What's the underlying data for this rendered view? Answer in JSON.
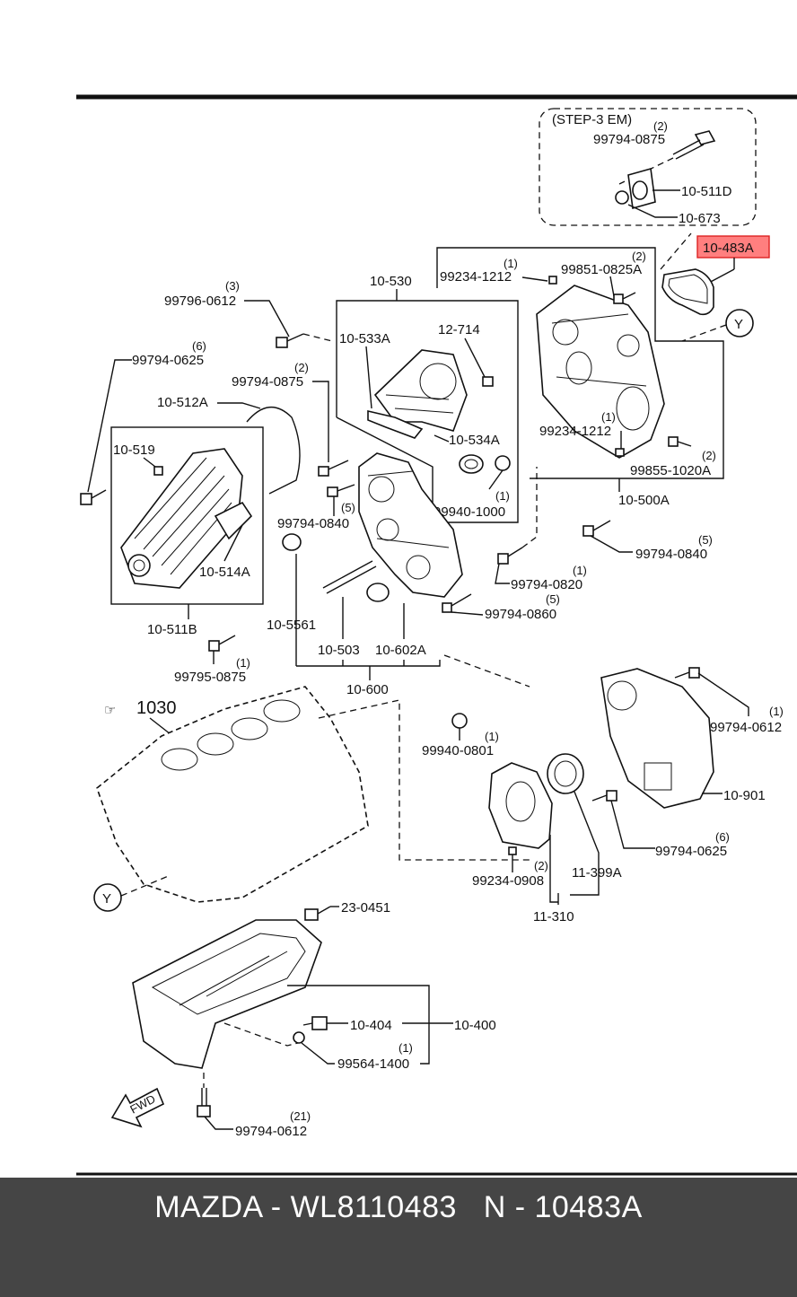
{
  "diagram": {
    "callouts": {
      "step3_em": "(STEP-3 EM)",
      "c_99794_0875_top": "99794-0875",
      "c_99794_0875_top_qty": "(2)",
      "c_10_511D": "10-511D",
      "c_10_673": "10-673",
      "c_10_483A": "10-483A",
      "c_99234_1212_top": "99234-1212",
      "c_99234_1212_top_qty": "(1)",
      "c_99851_0825A": "99851-0825A",
      "c_99851_0825A_qty": "(2)",
      "c_Y_top": "Y",
      "c_10_530": "10-530",
      "c_10_533A": "10-533A",
      "c_12_714": "12-714",
      "c_10_534A": "10-534A",
      "c_99940_1000": "99940-1000",
      "c_99940_1000_qty": "(1)",
      "c_99796_0612": "99796-0612",
      "c_99796_0612_qty": "(3)",
      "c_99794_0625_left": "99794-0625",
      "c_99794_0625_left_qty": "(6)",
      "c_99794_0875_mid": "99794-0875",
      "c_99794_0875_mid_qty": "(2)",
      "c_10_512A": "10-512A",
      "c_10_519": "10-519",
      "c_10_514A": "10-514A",
      "c_10_511B": "10-511B",
      "c_99794_0840_left": "99794-0840",
      "c_99794_0840_left_qty": "(5)",
      "c_99234_1212_mid": "99234-1212",
      "c_99234_1212_mid_qty": "(1)",
      "c_99855_1020A": "99855-1020A",
      "c_99855_1020A_qty": "(2)",
      "c_10_500A": "10-500A",
      "c_99794_0840_right": "99794-0840",
      "c_99794_0840_right_qty": "(5)",
      "c_99794_0820": "99794-0820",
      "c_99794_0820_qty": "(1)",
      "c_99794_0860": "99794-0860",
      "c_99794_0860_qty": "(5)",
      "c_10_5561": "10-5561",
      "c_10_503": "10-503",
      "c_10_602A": "10-602A",
      "c_10_600": "10-600",
      "c_99795_0875": "99795-0875",
      "c_99795_0875_qty": "(1)",
      "c_1030": "1030",
      "c_99940_0801": "99940-0801",
      "c_99940_0801_qty": "(1)",
      "c_99794_0612_right": "99794-0612",
      "c_99794_0612_right_qty": "(1)",
      "c_10_901": "10-901",
      "c_99794_0625_right": "99794-0625",
      "c_99794_0625_right_qty": "(6)",
      "c_99234_0908": "99234-0908",
      "c_99234_0908_qty": "(2)",
      "c_11_399A": "11-399A",
      "c_11_310": "11-310",
      "c_Y_bottom": "Y",
      "c_23_0451": "23-0451",
      "c_10_404": "10-404",
      "c_10_400": "10-400",
      "c_99564_1400": "99564-1400",
      "c_99564_1400_qty": "(1)",
      "c_99794_0612_bottom": "99794-0612",
      "c_99794_0612_bottom_qty": "(21)",
      "c_fwd": "FWD"
    }
  },
  "highlight_color": "#ff7f7f",
  "footer": {
    "text": "MAZDA - WL8110483   N - 10483A",
    "background": "#454545"
  }
}
